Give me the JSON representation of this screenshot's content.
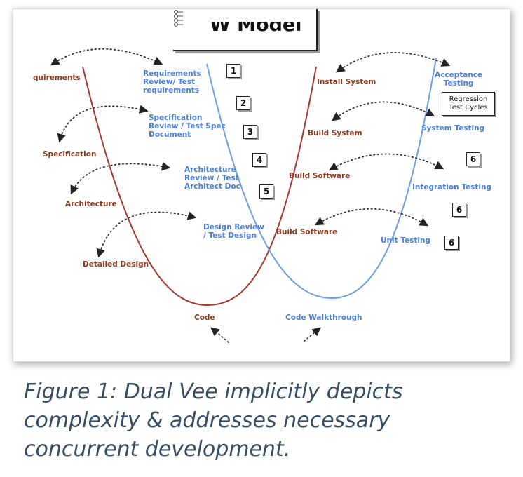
{
  "figure": {
    "title": "W Model",
    "left_labels": [
      {
        "key": "requirements",
        "text": "quirements"
      },
      {
        "key": "specification",
        "text": "Specification"
      },
      {
        "key": "architecture",
        "text": "Architecture"
      },
      {
        "key": "detailed_design",
        "text": "Detailed Design"
      },
      {
        "key": "code",
        "text": "Code"
      }
    ],
    "left_reviews": [
      {
        "key": "req_review",
        "lines": [
          "Requirements",
          "Review/ Test",
          "requirements"
        ]
      },
      {
        "key": "spec_review",
        "lines": [
          "Specification",
          "Review / Test Spec",
          "Document"
        ]
      },
      {
        "key": "arch_review",
        "lines": [
          "Architecture",
          "Review / Test",
          "Architect Doc"
        ]
      },
      {
        "key": "design_review",
        "lines": [
          "Design Review",
          "/ Test Design"
        ]
      }
    ],
    "right_labels": [
      {
        "key": "install_system",
        "text": "Install System"
      },
      {
        "key": "build_system",
        "text": "Build System"
      },
      {
        "key": "build_software_1",
        "text": "Build Software"
      },
      {
        "key": "build_software_2",
        "text": "Build Software"
      }
    ],
    "right_tests": [
      {
        "key": "acceptance",
        "lines": [
          "Acceptance",
          "Testing"
        ]
      },
      {
        "key": "system",
        "lines": [
          "System Testing"
        ]
      },
      {
        "key": "integration",
        "lines": [
          "Integration Testing"
        ]
      },
      {
        "key": "unit",
        "lines": [
          "Unit Testing"
        ]
      },
      {
        "key": "code_walkthrough",
        "lines": [
          "Code Walkthrough"
        ]
      }
    ],
    "regression_box": [
      "Regression",
      "Test Cycles"
    ],
    "step_numbers": [
      "1",
      "2",
      "3",
      "4",
      "5",
      "6",
      "6",
      "6"
    ],
    "colors": {
      "development_curve": "#a33a2e",
      "testing_curve": "#6f9ee0",
      "development_text": "#8b3a1f",
      "testing_text": "#4a7fd4",
      "arrows": "#222222"
    }
  },
  "caption": {
    "lines": [
      "Figure 1: Dual Vee implicitly depicts",
      "complexity & addresses necessary",
      "concurrent development."
    ]
  }
}
